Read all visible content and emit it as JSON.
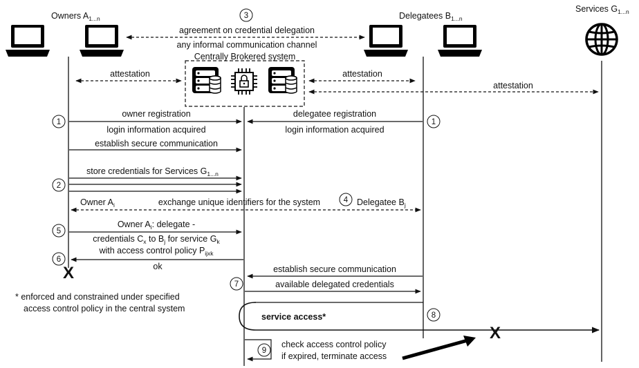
{
  "actors": {
    "owners": {
      "label": "Owners A",
      "sub": "1...n"
    },
    "delegatees": {
      "label": "Delegatees B",
      "sub": "1...n"
    },
    "services": {
      "label": "Services G",
      "sub": "1...n"
    },
    "central": {
      "label": "Centrally Brokered system"
    }
  },
  "steps": {
    "s3": "3",
    "s1a": "1",
    "s1b": "1",
    "s2": "2",
    "s4": "4",
    "s5": "5",
    "s6": "6",
    "s7": "7",
    "s8": "8",
    "s9": "9"
  },
  "messages": {
    "agreement": "agreement on credential delegation",
    "informal_channel": "any informal communication channel",
    "attestation_owner": "attestation",
    "attestation_delegatee": "attestation",
    "attestation_service": "attestation",
    "owner_registration": "owner registration",
    "owner_login": "login information acquired",
    "delegatee_registration": "delegatee registration",
    "delegatee_login": "login information acquired",
    "establish_secure_1": "establish secure communication",
    "store_credentials": {
      "text": "store credentials for Services G",
      "sub": "1...n"
    },
    "exchange_ids": "exchange unique identifiers for the system",
    "owner_ai": {
      "text": "Owner A",
      "sub": "i"
    },
    "delegatee_bj": {
      "text": "Delegatee B",
      "sub": "j"
    },
    "delegate_line1": {
      "text": "Owner A",
      "sub": "i",
      "tail": ": delegate -"
    },
    "delegate_line2": {
      "a": "credentials C",
      "a_sub": "x",
      "b": " to B",
      "b_sub": "j",
      "c": " for service G",
      "c_sub": "k"
    },
    "delegate_line3": {
      "text": "with access control policy P",
      "sub": "ijxk"
    },
    "ok": "ok",
    "establish_secure_2": "establish secure communication",
    "available_credentials": "available delegated credentials",
    "service_access": "service access*",
    "check_policy_1": "check access control policy",
    "check_policy_2": "if expired, terminate access",
    "footnote_1": "* enforced and constrained under specified",
    "footnote_2": "access control policy in the central system",
    "terminate_mark": "X"
  },
  "icons": [
    "laptop-icon",
    "globe-icon",
    "server-database-icon",
    "secure-chip-icon",
    "terminate-x-icon"
  ]
}
